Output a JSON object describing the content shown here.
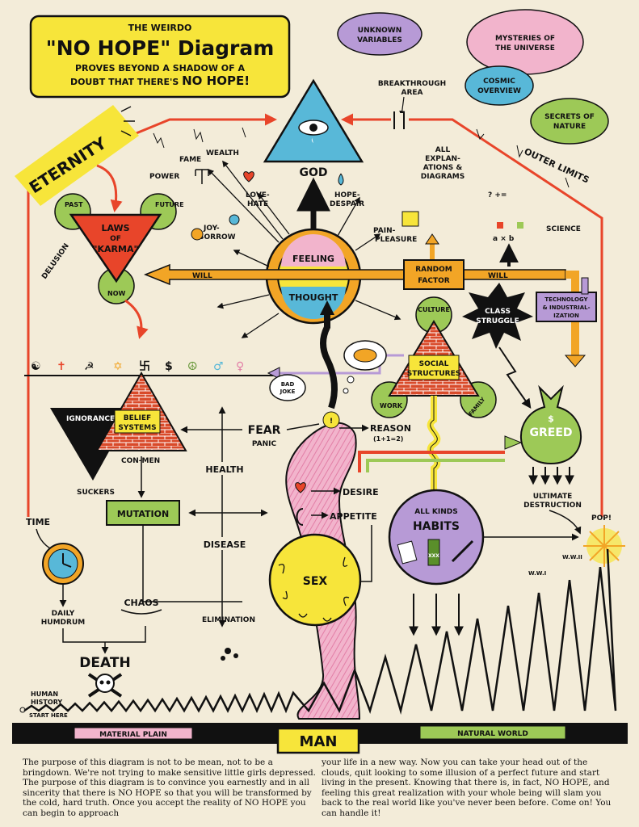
{
  "title": {
    "prefix": "THE WEIRDO",
    "main": "\"NO HOPE\" Diagram",
    "line1": "PROVES BEYOND A SHADOW OF A",
    "line2a": "DOUBT THAT THERE'S ",
    "line2b": "NO HOPE!"
  },
  "clouds": {
    "unknown": [
      "UNKNOWN",
      "VARIABLES"
    ],
    "mysteries": [
      "MYSTERIES OF",
      "THE UNIVERSE"
    ],
    "cosmic": [
      "COSMIC",
      "OVERVIEW"
    ],
    "secrets": [
      "SECRETS OF",
      "NATURE"
    ]
  },
  "top": {
    "breakthrough": [
      "BREAKTHROUGH",
      "AREA"
    ],
    "outer_limits": "OUTER LIMITS",
    "explanations": [
      "ALL",
      "EXPLAN-",
      "ATIONS &",
      "DIAGRAMS"
    ],
    "god": "GOD",
    "eternity": "ETERNITY",
    "wealth": "WEALTH",
    "fame": "FAME",
    "power": "POWER"
  },
  "feelings": {
    "love_hate": [
      "LOVE-",
      "HATE"
    ],
    "hope_despair": [
      "HOPE-",
      "DESPAIR"
    ],
    "joy_sorrow": [
      "JOY-",
      "SORROW"
    ],
    "pain_pleasure": [
      "PAIN-",
      "PLEASURE"
    ],
    "feeling": "FEELING",
    "thought": "THOUGHT",
    "will_left": "WILL",
    "will_right": "WILL",
    "random_factor": [
      "RANDOM",
      "FACTOR"
    ]
  },
  "karma": {
    "title": [
      "LAWS",
      "OF",
      "\"KARMA\""
    ],
    "past": "PAST",
    "future": "FUTURE",
    "now": "NOW",
    "delusion": "DELUSION"
  },
  "science": {
    "label": "SCIENCE",
    "formula1": "? +=",
    "formula2": "a × b"
  },
  "tech": [
    "TECHNOLOGY",
    "& INDUSTRIAL-",
    "IZATION"
  ],
  "class_struggle": [
    "CLASS",
    "STRUGGLE"
  ],
  "social": {
    "title": [
      "SOCIAL",
      "STRUCTURES"
    ],
    "culture": "CULTURE",
    "work": "WORK",
    "family": "FAMILY"
  },
  "symbols": [
    "☯",
    "✝",
    "☭",
    "✡",
    "卐",
    "$",
    "☮",
    "♂",
    "♀"
  ],
  "belief": {
    "title": [
      "BELIEF",
      "SYSTEMS"
    ],
    "ignorance": "IGNORANCE",
    "con_men": "CON-MEN",
    "suckers": "SUCKERS",
    "mutation": "MUTATION"
  },
  "man": {
    "bad_joke": [
      "BAD",
      "JOKE"
    ],
    "fear": "FEAR",
    "panic": "PANIC",
    "reason": "REASON",
    "reason_sub": "(1+1=2)",
    "desire": "DESIRE",
    "appetite": "APPETITE",
    "sex": "SEX",
    "label": "MAN"
  },
  "health": {
    "health": "HEALTH",
    "disease": "DISEASE",
    "elimination": "ELIMINATION",
    "chaos": "CHAOS"
  },
  "time": {
    "time": "TIME",
    "daily": [
      "DAILY",
      "HUMDRUM"
    ],
    "death": "DEATH"
  },
  "greed": {
    "label": "GREED",
    "destruction": [
      "ULTIMATE",
      "DESTRUCTION"
    ],
    "pop": "POP!"
  },
  "habits": {
    "line1": "ALL KINDS",
    "line2": "HABITS",
    "xxx": "XXX"
  },
  "history": {
    "label": [
      "HUMAN",
      "HISTORY"
    ],
    "start": "START HERE",
    "ww1": "W.W.I",
    "ww2": "W.W.II"
  },
  "base": {
    "material": "MATERIAL PLAIN",
    "natural": "NATURAL WORLD"
  },
  "footer": {
    "left": "The purpose of this diagram is not to be mean, not to be a bringdown. We're not trying to make sensitive little girls depressed. The purpose of this diagram is to convince you earnestly and in all sincerity that there is NO HOPE so that you will be transformed by the cold, hard truth. Once you accept the reality of NO HOPE you can begin to approach",
    "right": "your life in a new way. Now you can take your head out of the clouds, quit looking to some illusion of a perfect future and start living in the present. Knowing that there is, in fact, NO HOPE, and feeling this great realization with your whole being will slam you back to the real world like you've never been before. Come on! You can handle it!"
  },
  "colors": {
    "paper": "#f3ecd9",
    "yellow": "#f7e53a",
    "orange": "#f2a526",
    "red": "#e8452a",
    "green": "#9dc957",
    "pink": "#f2b4cc",
    "purple": "#b79ad6",
    "cyan": "#58b8d8",
    "brick": "#d94a2a"
  }
}
